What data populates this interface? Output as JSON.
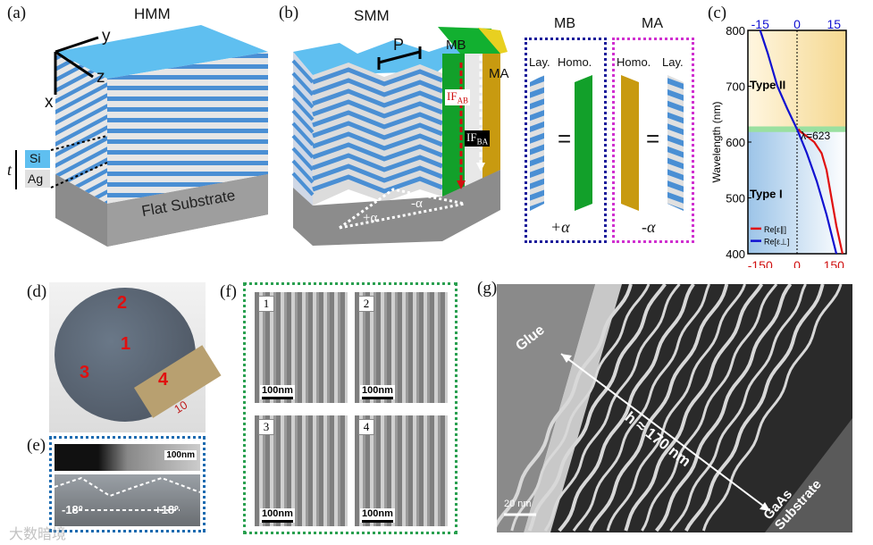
{
  "labels": {
    "a": "(a)",
    "b": "(b)",
    "c": "(c)",
    "d": "(d)",
    "e": "(e)",
    "f": "(f)",
    "g": "(g)"
  },
  "panel_a": {
    "title": "HMM",
    "axis_y": "y",
    "axis_z": "z",
    "axis_x": "x",
    "si": "Si",
    "ag": "Ag",
    "t": "t",
    "substrate": "Flat Substrate"
  },
  "panel_b": {
    "title": "SMM",
    "p": "P",
    "mb": "MB",
    "ma": "MA",
    "if_ab": "IF",
    "if_ab_sub": "AB",
    "if_ba": "IF",
    "if_ba_sub": "BA",
    "plus_alpha": "+α",
    "minus_alpha": "-α"
  },
  "panel_mb": {
    "title": "MB",
    "lay": "Lay.",
    "homo": "Homo.",
    "eq": "=",
    "angle": "+α",
    "colors": {
      "layer": "#3b7fc4",
      "homo": "#12a02a",
      "border": "#1a1a9a"
    }
  },
  "panel_ma": {
    "title": "MA",
    "homo": "Homo.",
    "lay": "Lay.",
    "eq": "=",
    "angle": "-α",
    "colors": {
      "homo": "#c89a10",
      "border": "#d030d0"
    }
  },
  "chart_data": {
    "type": "line",
    "ylabel": "Wavelength (nm)",
    "ylim": [
      400,
      800
    ],
    "yticks": [
      400,
      500,
      600,
      700,
      800
    ],
    "bottom_xticks": [
      "-150",
      "0",
      "150"
    ],
    "top_xticks": [
      "-15",
      "0",
      "15"
    ],
    "type2": "Type II",
    "type1": "Type I",
    "lambda_label": "λ=623",
    "series": [
      {
        "name": "Re[ε∥]",
        "color": "#e01010",
        "x": [
          185,
          160,
          140,
          120,
          100,
          70,
          35,
          15,
          8,
          5
        ],
        "y": [
          400,
          450,
          500,
          550,
          580,
          600,
          612,
          618,
          622,
          623
        ]
      },
      {
        "name": "Re[ε⊥]",
        "color": "#1010d0",
        "x": [
          -150,
          -135,
          -120,
          -100,
          -80,
          -40,
          0,
          40,
          80,
          120,
          160
        ],
        "y": [
          800,
          780,
          760,
          730,
          700,
          660,
          623,
          580,
          530,
          470,
          400
        ]
      }
    ]
  },
  "panel_d": {
    "n1": "1",
    "n2": "2",
    "n3": "3",
    "n4": "4",
    "ruler": "10"
  },
  "panel_e": {
    "scale": "100nm",
    "minus18": "-18º",
    "plus18": "+18º"
  },
  "panel_f": {
    "n1": "1",
    "n2": "2",
    "n3": "3",
    "n4": "4",
    "scale": "100nm"
  },
  "panel_g": {
    "glue": "Glue",
    "h": "h ≈ 170 nm",
    "substrate": "GaAs Substrate",
    "scale": "20 nm"
  },
  "watermark": "大数暗境"
}
